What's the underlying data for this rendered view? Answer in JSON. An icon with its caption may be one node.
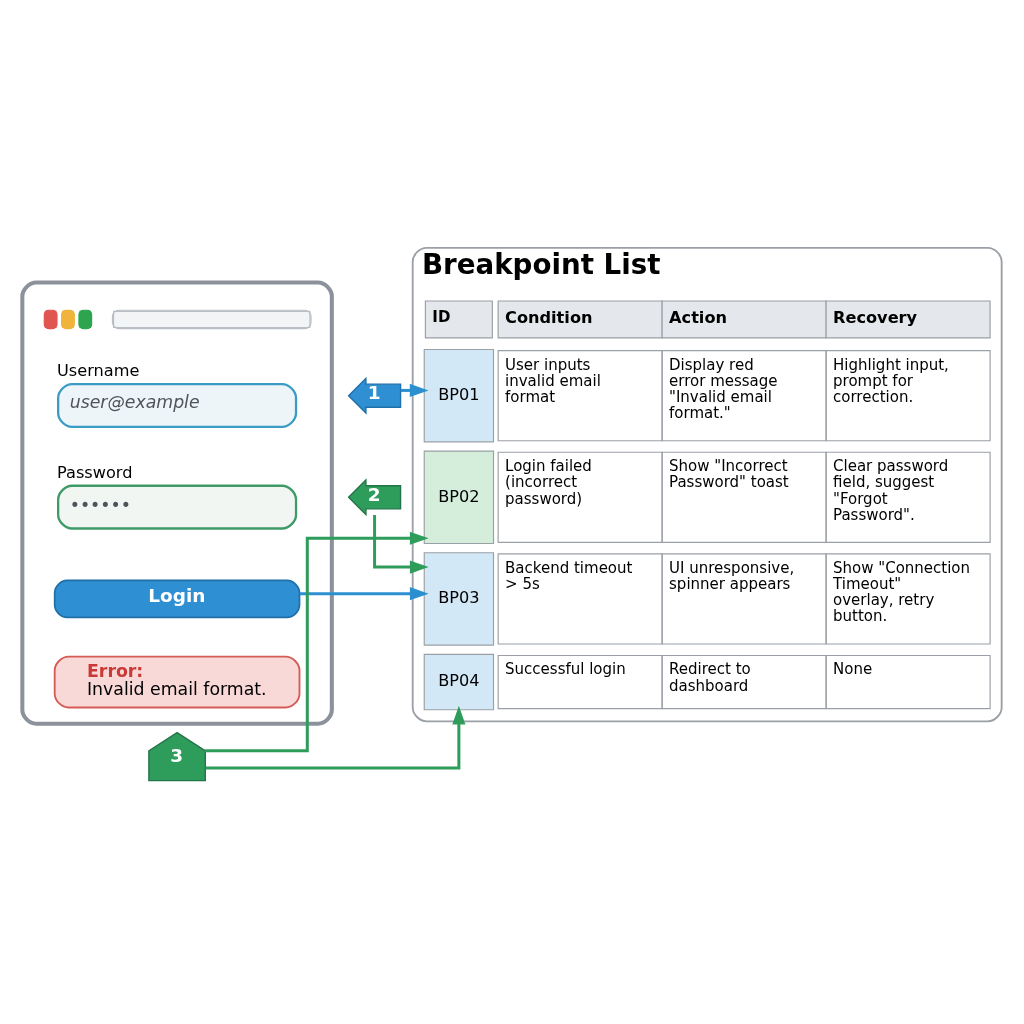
{
  "diagram": {
    "nodes": [
      {
        "text": [],
        "shape": "box"
      },
      {
        "text": [
          "Username",
          "user@example"
        ],
        "in": 0
      },
      {
        "text": [
          "Password",
          "••••••"
        ],
        "in": 0
      },
      {
        "text": [
          "Login"
        ],
        "in": 0
      },
      {
        "text": [
          "Error:",
          "Invalid email format."
        ],
        "in": 0
      },
      {
        "text": [
          "1"
        ]
      },
      {
        "text": [
          "2"
        ]
      },
      {
        "text": [
          "3"
        ]
      },
      {
        "text": [
          "Breakpoint List"
        ]
      },
      {
        "text": [
          "BP01"
        ],
        "in": 8
      },
      {
        "text": [
          "BP02"
        ],
        "in": 8
      },
      {
        "text": [
          "BP03"
        ],
        "in": 8
      },
      {
        "text": [
          "BP04"
        ],
        "in": 8
      },
      {
        "text": [],
        "shape": "bar",
        "in": 0
      }
    ],
    "edges": [
      {
        "from": 5,
        "to": 9,
        "arrow": "to",
        "color": "#2b8fd0"
      },
      {
        "from": 6,
        "to": 11,
        "arrow": "to",
        "color": "#2e9d5b"
      },
      {
        "from": 7,
        "to": 10,
        "arrow": "to",
        "color": "#2e9d5b"
      },
      {
        "from": 7,
        "to": 12,
        "arrow": "to",
        "color": "#2e9d5b"
      },
      {
        "from": 3,
        "to": 11,
        "arrow": "to",
        "color": "#2b8fd0"
      }
    ],
    "labels": [
      "ID",
      "Condition",
      "Action",
      "Recovery",
      "User inputs invalid email format",
      "Display red error message \"Invalid email format.\"",
      "Highlight input, prompt for correction.",
      "Login failed (incorrect password)",
      "Show \"Incorrect Password\" toast",
      "Clear password field, suggest \"Forgot Password\".",
      "Backend timeout > 5s",
      "UI unresponsive, spinner appears",
      "Show \"Connection Timeout\" overlay, retry button.",
      "Successful login",
      "Redirect to dashboard",
      "None"
    ]
  }
}
